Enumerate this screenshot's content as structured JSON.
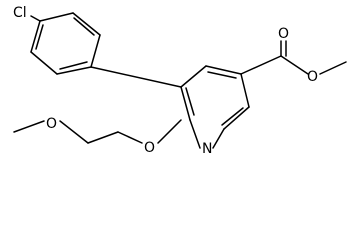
{
  "molecule": {
    "atoms": {
      "chlorine": "Cl",
      "carbonyl_oxygen": "O",
      "ester_oxygen": "O",
      "ether_oxygen": "O",
      "methoxy_oxygen": "O",
      "ring_nitrogen": "N"
    }
  },
  "colors": {
    "bond": "#000000",
    "label": "#000000",
    "background": "#ffffff"
  }
}
